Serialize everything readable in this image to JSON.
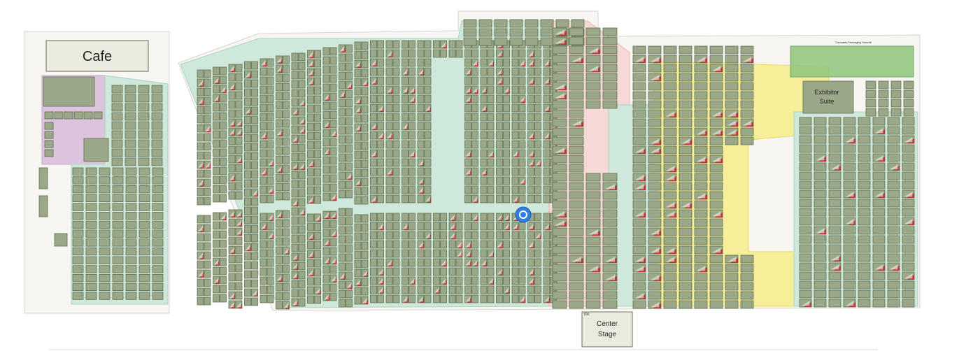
{
  "map": {
    "labels": {
      "cafe": "Cafe",
      "exhibitor_suite_line1": "Exhibitor",
      "exhibitor_suite_line2": "Suite",
      "center_stage_line1": "Center",
      "center_stage_line2": "Stage",
      "packaging_summit": "Cannabis Packaging Summit",
      "stage_number": "700"
    },
    "colors": {
      "teal_zone": "#cfe8dc",
      "pink_zone": "#f6d8d6",
      "yellow_zone": "#f7ee9a",
      "purple_zone": "#dcc3de",
      "green_zone": "#8fc77d",
      "booth_fill": "#9aa889",
      "booth_sold_accent": "#b23a3a",
      "location_marker": "#2f7fe0"
    },
    "icons": {
      "location_marker": "current-location-icon"
    }
  }
}
